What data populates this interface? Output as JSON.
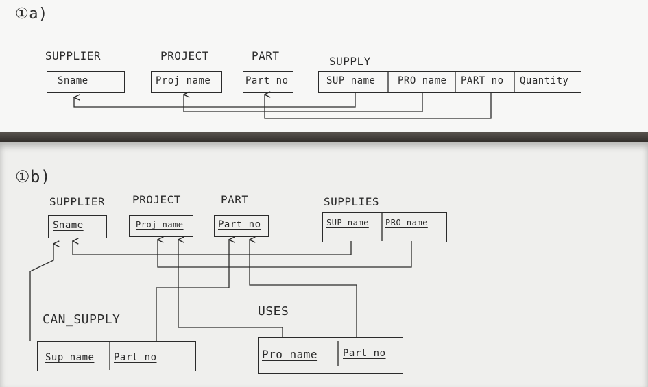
{
  "part_a": {
    "heading": "①a)",
    "tables": {
      "supplier": {
        "name": "SUPPLIER",
        "attrs": [
          "Sname"
        ]
      },
      "project": {
        "name": "PROJECT",
        "attrs": [
          "Proj_name"
        ]
      },
      "part": {
        "name": "PART",
        "attrs": [
          "Part_no"
        ]
      },
      "supply": {
        "name": "SUPPLY",
        "attrs": [
          "SUP_name",
          "PRO_name",
          "PART_no",
          "Quantity"
        ]
      }
    }
  },
  "part_b": {
    "heading": "①b)",
    "tables": {
      "supplier": {
        "name": "SUPPLIER",
        "attrs": [
          "Sname"
        ]
      },
      "project": {
        "name": "PROJECT",
        "attrs": [
          "Proj_name"
        ]
      },
      "part": {
        "name": "PART",
        "attrs": [
          "Part_no"
        ]
      },
      "supplies": {
        "name": "SUPPLIES",
        "attrs": [
          "SUP_name",
          "PRO_name"
        ]
      },
      "can_supply": {
        "name": "CAN_SUPPLY",
        "attrs": [
          "Sup_name",
          "Part_no"
        ]
      },
      "uses": {
        "name": "USES",
        "attrs": [
          "Pro_name",
          "Part_no"
        ]
      }
    }
  }
}
